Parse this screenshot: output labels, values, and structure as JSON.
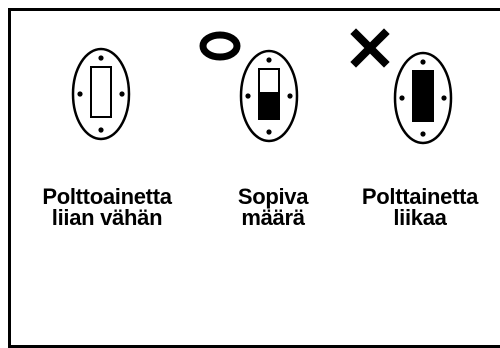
{
  "panels": [
    {
      "caption_line1": "Polttoainetta",
      "caption_line2": "liian vähän",
      "fill_fraction": 0,
      "mark_icon": "none"
    },
    {
      "caption_line1": "Sopiva",
      "caption_line2": "määrä",
      "fill_fraction": 0.5,
      "mark_icon": "circle-ok-icon"
    },
    {
      "caption_line1": "Polttainetta",
      "caption_line2": "liikaa",
      "fill_fraction": 1,
      "mark_icon": "cross-icon"
    }
  ],
  "colors": {
    "ink": "#000000",
    "background": "#ffffff"
  }
}
